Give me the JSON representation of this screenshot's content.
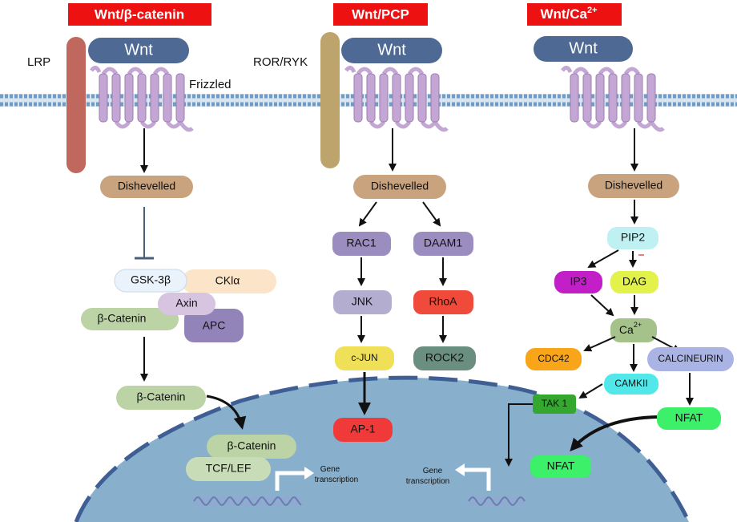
{
  "titles": {
    "canonical": "Wnt/β-catenin",
    "pcp": "Wnt/PCP",
    "calcium": "Wnt/Ca",
    "calcium_sup": "2+"
  },
  "receptors": {
    "lrp": "LRP",
    "ror_ryk": "ROR/RYK",
    "frizzled": "Frizzled",
    "wnt": "Wnt"
  },
  "canonical": {
    "dishevelled": "Dishevelled",
    "gsk3b": "GSK-3β",
    "ck1a": "CKlα",
    "axin": "Axin",
    "bcatenin_complex": "β-Catenin",
    "apc": "APC",
    "bcatenin_cyto": "β-Catenin",
    "bcatenin_nuc": "β-Catenin",
    "tcf_lef": "TCF/LEF",
    "gene_line1": "Gene",
    "gene_line2": "transcription"
  },
  "pcp": {
    "dishevelled": "Dishevelled",
    "rac1": "RAC1",
    "daam1": "DAAM1",
    "jnk": "JNK",
    "rhoa": "RhoA",
    "cjun": "c-JUN",
    "rock2": "ROCK2",
    "ap1": "AP-1",
    "gene_line1": "Gene",
    "gene_line2": "transcription"
  },
  "calcium": {
    "dishevelled": "Dishevelled",
    "pip2": "PIP2",
    "ip3": "IP3",
    "dag": "DAG",
    "ca": "Ca",
    "ca_sup": "2+",
    "cdc42": "CDC42",
    "calcineurin": "CALCINEURIN",
    "camkii": "CAMKII",
    "tak1": "TAK 1",
    "nfat_cyto": "NFAT",
    "nfat_nuc": "NFAT"
  },
  "colors": {
    "title_bg": "#ee1111",
    "wnt": "#4e6a94",
    "frizzled": "#c3a6d3",
    "lrp": "#c0675e",
    "ror": "#bda46c",
    "dishevelled": "#c9a27e",
    "nucleus": "#88afcc",
    "membrane": "#6e9cc4"
  }
}
